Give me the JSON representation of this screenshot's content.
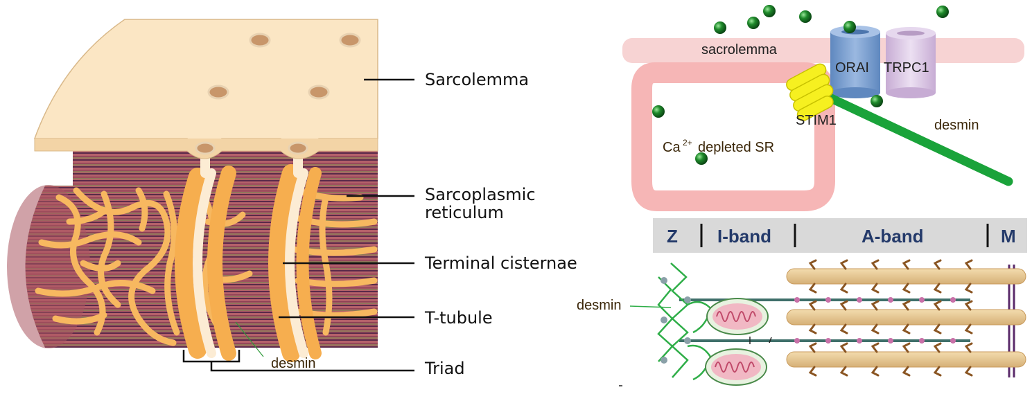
{
  "left_panel": {
    "labels": {
      "sarcolemma": "Sarcolemma",
      "sr_line1": "Sarcoplasmic",
      "sr_line2": "reticulum",
      "terminal_cisternae": "Terminal cisternae",
      "t_tubule": "T-tubule",
      "triad": "Triad",
      "desmin": "desmin"
    }
  },
  "top_right_panel": {
    "labels": {
      "sacrolemma": "sacrolemma",
      "orai": "ORAI",
      "trpc1": "TRPC1",
      "stim1": "STIM1",
      "desmin": "desmin",
      "ca_base": "Ca",
      "ca_superscript": "2+",
      "depleted_sr": "depleted SR"
    }
  },
  "bottom_right_panel": {
    "band_labels": {
      "z": "Z",
      "i_band": "I-band",
      "a_band": "A-band",
      "m": "M"
    },
    "desmin_label": "desmin"
  },
  "colors": {
    "sarcolemma": "#fbe6c4",
    "sr_network": "#f7b860",
    "muscle_fiber": "#b5616a",
    "desmin_green": "#1aa33a",
    "calcium_green": "#1f8a2b",
    "orai_blue": "#7aa0cf",
    "trpc1_lavender": "#d8c2e0",
    "stim1_yellow": "#f6f020",
    "depleted_sr_pink": "#f6b6b6",
    "thick_filament": "#e8c890",
    "band_header": "#d9d9d9"
  }
}
